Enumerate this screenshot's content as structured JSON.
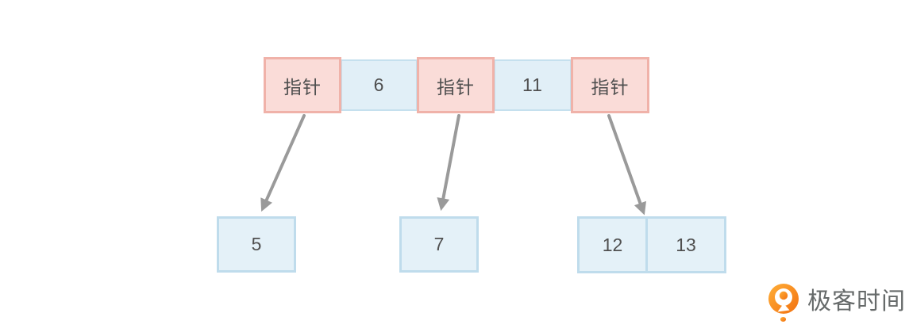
{
  "colors": {
    "canvas-bg": "#ffffff",
    "pointer-fill": "#fadcd8",
    "pointer-border": "#f0b2a9",
    "key-fill": "#e1eff7",
    "key-border": "#c5e0ee",
    "child-fill": "#e4f1f8",
    "child-border": "#bfdcec",
    "arrow": "#9a9a9a",
    "cell-text": "#4f4f4f",
    "brand-orange": "#f2700f",
    "brand-orange-light": "#ffaf38",
    "brand-text": "#666a6a"
  },
  "node_row": {
    "description": "B+ tree internal node: alternating pointer and key cells",
    "cells": [
      {
        "label": "指针",
        "type": "pointer"
      },
      {
        "label": "6",
        "type": "key"
      },
      {
        "label": "指针",
        "type": "pointer"
      },
      {
        "label": "11",
        "type": "key"
      },
      {
        "label": "指针",
        "type": "pointer"
      }
    ]
  },
  "children": {
    "left": {
      "values": [
        "5"
      ]
    },
    "middle": {
      "values": [
        "7"
      ]
    },
    "right": {
      "values": [
        "12",
        "13"
      ]
    }
  },
  "watermark": {
    "brand": "极客时间"
  }
}
